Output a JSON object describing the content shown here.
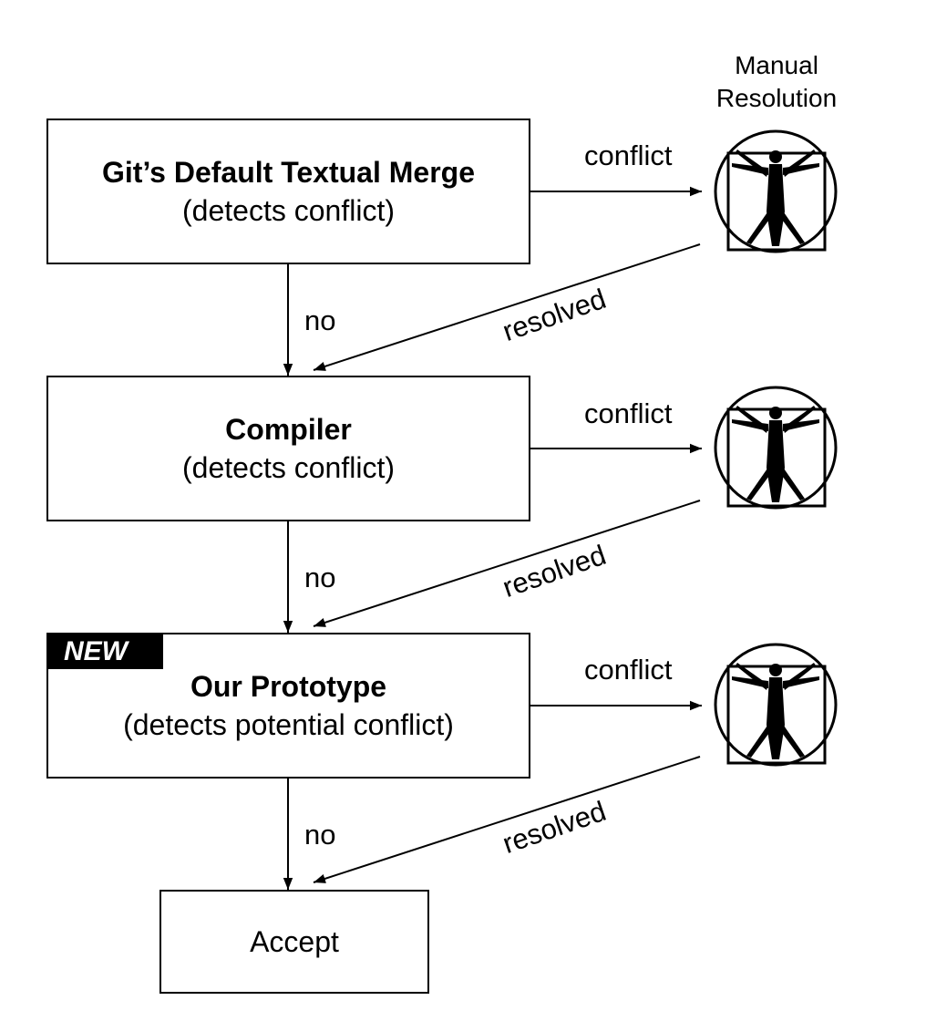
{
  "manual_resolution": {
    "line1": "Manual",
    "line2": "Resolution"
  },
  "stages": [
    {
      "title": "Git’s Default Textual Merge",
      "subtitle": "(detects conflict)"
    },
    {
      "title": "Compiler",
      "subtitle": "(detects conflict)"
    },
    {
      "title": "Our Prototype",
      "subtitle": "(detects potential conflict)",
      "badge": "NEW"
    }
  ],
  "accept": "Accept",
  "edges": {
    "conflict": "conflict",
    "resolved": "resolved",
    "no": "no"
  },
  "icons": {
    "manual_resolution": "vitruvian-man-icon"
  }
}
